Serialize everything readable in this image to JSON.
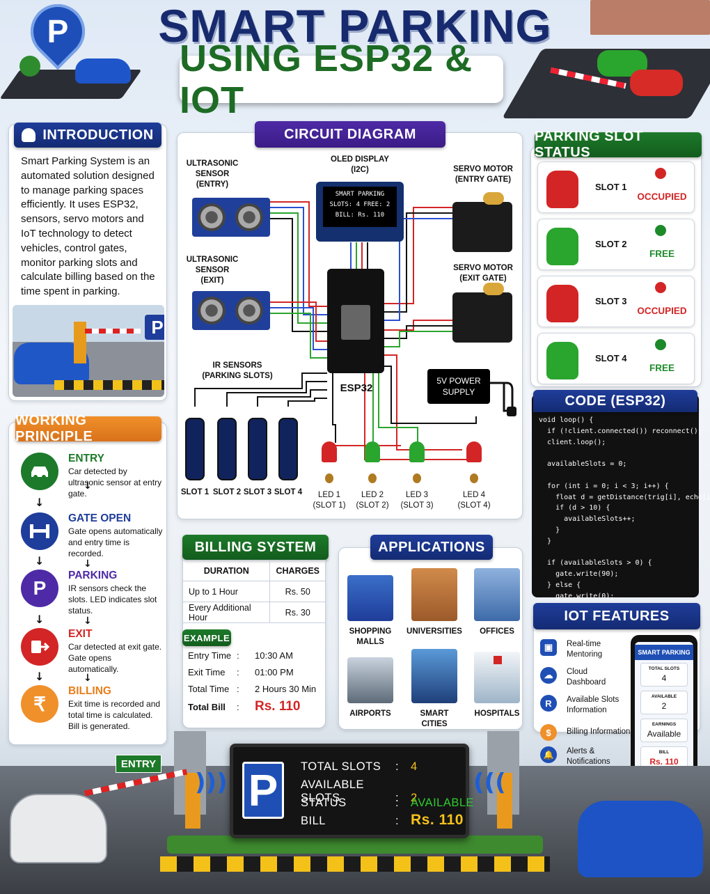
{
  "header": {
    "title": "SMART PARKING SYSTEM",
    "subtitle": "USING ESP32 & IOT"
  },
  "introduction": {
    "heading": "INTRODUCTION",
    "text": "Smart Parking System is an automated solution designed to manage parking spaces efficiently. It uses ESP32, sensors, servo motors and IoT technology to detect vehicles, control gates, monitor parking slots and calculate billing based on the time spent in parking."
  },
  "working_principle": {
    "heading": "WORKING PRINCIPLE",
    "steps": [
      {
        "title": "ENTRY",
        "desc": "Car detected by ultrasonic sensor at entry gate.",
        "color": "#1d7a2a",
        "icon": "car-icon"
      },
      {
        "title": "GATE OPEN",
        "desc": "Gate opens automatically and entry time is recorded.",
        "color": "#1f3d9a",
        "icon": "gate-icon"
      },
      {
        "title": "PARKING",
        "desc": "IR sensors check the slots. LED indicates slot status.",
        "color": "#4e2aa6",
        "icon": "parking-icon"
      },
      {
        "title": "EXIT",
        "desc": "Car detected at exit gate. Gate opens automatically.",
        "color": "#d32525",
        "icon": "exit-icon"
      },
      {
        "title": "BILLING",
        "desc": "Exit time is recorded and total time is calculated. Bill is generated.",
        "color": "#f0902a",
        "icon": "rupee-icon"
      }
    ],
    "p_glyph": "P",
    "rupee_glyph": "₹"
  },
  "circuit": {
    "heading": "CIRCUIT DIAGRAM",
    "ultrasonic_entry": "ULTRASONIC\nSENSOR\n(ENTRY)",
    "ultrasonic_exit": "ULTRASONIC\nSENSOR\n(EXIT)",
    "oled_label": "OLED DISPLAY\n(I2C)",
    "oled_lines": [
      "SMART PARKING",
      "SLOTS: 4   FREE: 2",
      "BILL: Rs. 110"
    ],
    "servo_entry": "SERVO MOTOR\n(ENTRY GATE)",
    "servo_exit": "SERVO MOTOR\n(EXIT GATE)",
    "ir_label": "IR SENSORS\n(PARKING SLOTS)",
    "esp_label": "ESP32",
    "power_label": "5V POWER\nSUPPLY",
    "ir_slots": [
      "SLOT 1",
      "SLOT 2",
      "SLOT 3",
      "SLOT 4"
    ],
    "leds": [
      {
        "label": "LED 1\n(SLOT 1)",
        "color": "#d32525"
      },
      {
        "label": "LED 2\n(SLOT 2)",
        "color": "#2aa52e"
      },
      {
        "label": "LED 3\n(SLOT 3)",
        "color": "#2aa52e"
      },
      {
        "label": "LED 4\n(SLOT 4)",
        "color": "#d32525"
      }
    ]
  },
  "slot_status": {
    "heading": "PARKING SLOT STATUS",
    "slots": [
      {
        "name": "SLOT 1",
        "status": "OCCUPIED",
        "color": "#d32525"
      },
      {
        "name": "SLOT 2",
        "status": "FREE",
        "color": "#1d8a2a"
      },
      {
        "name": "SLOT 3",
        "status": "OCCUPIED",
        "color": "#d32525"
      },
      {
        "name": "SLOT 4",
        "status": "FREE",
        "color": "#1d8a2a"
      }
    ]
  },
  "code": {
    "heading": "CODE (ESP32)",
    "text": "void loop() {\n  if (!client.connected()) reconnect();\n  client.loop();\n\n  availableSlots = 0;\n\n  for (int i = 0; i < 3; i++) {\n    float d = getDistance(trig[i], echo[i]);\n    if (d > 10) {\n      availableSlots++;\n    }\n  }\n\n  if (availableSlots > 0) {\n    gate.write(90);\n  } else {\n    gate.write(0);\n  }\n}"
  },
  "billing": {
    "heading": "BILLING SYSTEM",
    "columns": [
      "DURATION",
      "CHARGES"
    ],
    "rows": [
      [
        "Up to 1 Hour",
        "Rs. 50"
      ],
      [
        "Every Additional Hour",
        "Rs. 30"
      ]
    ],
    "example_heading": "EXAMPLE",
    "example": [
      {
        "k": "Entry Time",
        "v": "10:30 AM"
      },
      {
        "k": "Exit Time",
        "v": "01:00 PM"
      },
      {
        "k": "Total Time",
        "v": "2 Hours 30 Min"
      }
    ],
    "total_label": "Total Bill",
    "total_value": "Rs. 110",
    "colon": ":"
  },
  "applications": {
    "heading": "APPLICATIONS",
    "items": [
      "SHOPPING\nMALLS",
      "UNIVERSITIES",
      "OFFICES",
      "AIRPORTS",
      "SMART CITIES",
      "HOSPITALS"
    ]
  },
  "iot": {
    "heading": "IOT FEATURES",
    "items": [
      {
        "label": "Real-time\nMentoring",
        "color": "#1f4fb5",
        "glyph": "▣"
      },
      {
        "label": "Cloud\nDashboard",
        "color": "#1f4fb5",
        "glyph": "☁"
      },
      {
        "label": "Available Slots\nInformation",
        "color": "#1f4fb5",
        "glyph": "R"
      },
      {
        "label": "Billing Information",
        "color": "#f0902a",
        "glyph": "$"
      },
      {
        "label": "Alerts &\nNotifications",
        "color": "#1f4fb5",
        "glyph": "🔔"
      }
    ],
    "phone": {
      "title": "SMART PARKING",
      "cards": [
        {
          "k": "TOTAL SLOTS",
          "v": "4"
        },
        {
          "k": "AVAILABLE",
          "v": "2"
        },
        {
          "k": "EARNINGS",
          "v": "Available"
        },
        {
          "k": "BILL",
          "v": "Rs. 110"
        }
      ]
    }
  },
  "board": {
    "p": "P",
    "entry_sign": "ENTRY",
    "rows": [
      {
        "k": "TOTAL SLOTS",
        "v": "4"
      },
      {
        "k": "AVAILABLE SLOTS",
        "v": "2"
      },
      {
        "k": "STATUS",
        "v": "AVAILABLE",
        "color": "#2fcb2f"
      },
      {
        "k": "BILL",
        "v": "Rs. 110"
      }
    ],
    "colon": ":"
  }
}
